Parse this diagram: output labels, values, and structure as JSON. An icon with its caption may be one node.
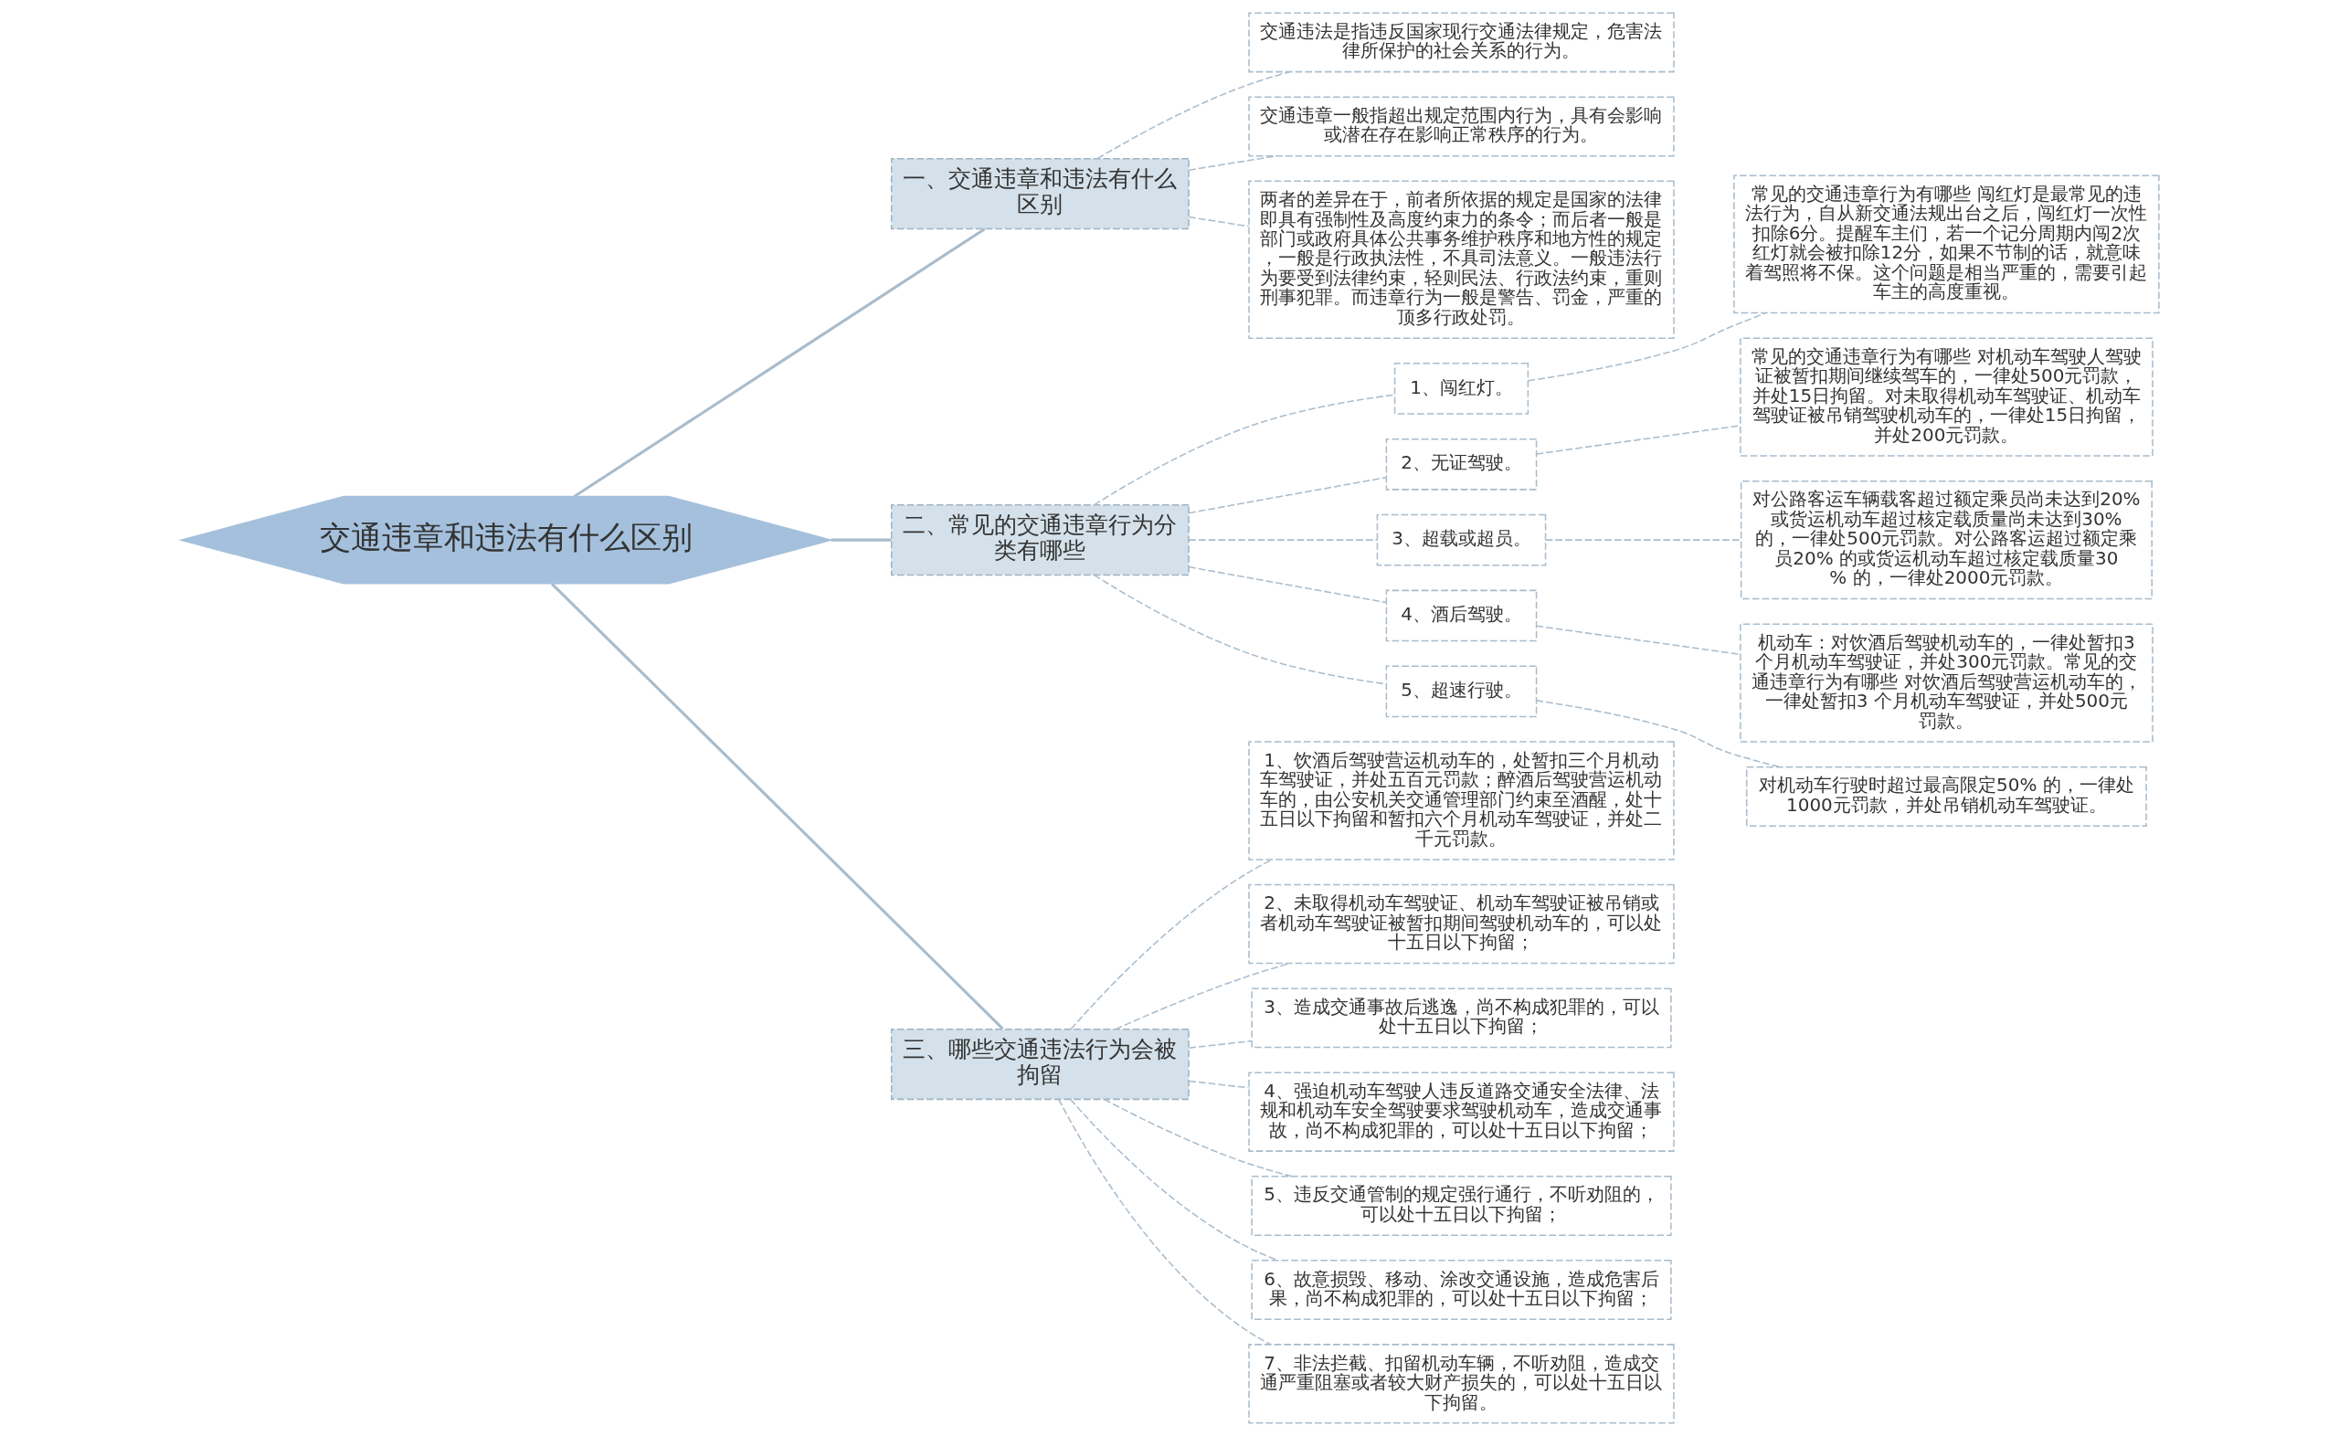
{
  "diagram": {
    "nodes": [
      {
        "text": [
          "交通违章和违法有什么区别"
        ]
      },
      {
        "text": [
          "一、交通违章和违法有什么区别"
        ]
      },
      {
        "text": [
          "交通违法是指违反国家现行交通法律规定，危害法律所保护的社会关系的行为。"
        ]
      },
      {
        "text": [
          "交通违章一般指超出规定范围内行为，具有会影响或潜在存在影响正常秩序的行为。"
        ]
      },
      {
        "text": [
          "两者的差异在于，前者所依据的规定是国家的法律即具有强制性及高度约束力的条令；而后者一般是部门或政府具体公共事务维护秩序和地方性的规定，一般是行政执法性，不具司法意义。一般违法行为要受到法律约束，轻则民法、行政法约束，重则刑事犯罪。而违章行为一般是警告、罚金，严重的顶多行政处罚。"
        ]
      },
      {
        "text": [
          "二、常见的交通违章行为分类有哪些"
        ]
      },
      {
        "text": [
          "1、闯红灯。"
        ]
      },
      {
        "text": [
          "常见的交通违章行为有哪些 闯红灯是最常见的违法行为，自从新交通法规出台之后，闯红灯一次性扣除6分。提醒车主们，若一个记分周期内闯2次红灯就会被扣除12分，如果不节制的话，就意味着驾照将不保。这个问题是相当严重的，需要引起车主的高度重视。"
        ]
      },
      {
        "text": [
          "2、无证驾驶。"
        ]
      },
      {
        "text": [
          "常见的交通违章行为有哪些 对机动车驾驶人驾驶证被暂扣期间继续驾车的，一律处500元罚款，并处15日拘留。对未取得机动车驾驶证、机动车驾驶证被吊销驾驶机动车的，一律处15日拘留，并处200元罚款。"
        ]
      },
      {
        "text": [
          "3、超载或超员。"
        ]
      },
      {
        "text": [
          "对公路客运车辆载客超过额定乘员尚未达到20% 或货运机动车超过核定载质量尚未达到30% 的，一律处500元罚款。对公路客运超过额定乘员20% 的或货运机动车超过核定载质量30 % 的，一律处2000元罚款。"
        ]
      },
      {
        "text": [
          "4、酒后驾驶。"
        ]
      },
      {
        "text": [
          "机动车：对饮酒后驾驶机动车的，一律处暂扣3 个月机动车驾驶证，并处300元罚款。常见的交通违章行为有哪些 对饮酒后驾驶营运机动车的，一律处暂扣3 个月机动车驾驶证，并处500元罚款。"
        ]
      },
      {
        "text": [
          "5、超速行驶。"
        ]
      },
      {
        "text": [
          "对机动车行驶时超过最高限定50% 的，一律处1000元罚款，并处吊销机动车驾驶证。"
        ]
      },
      {
        "text": [
          "三、哪些交通违法行为会被拘留"
        ]
      },
      {
        "text": [
          "1、饮酒后驾驶营运机动车的，处暂扣三个月机动车驾驶证，并处五百元罚款；醉酒后驾驶营运机动车的，由公安机关交通管理部门约束至酒醒，处十五日以下拘留和暂扣六个月机动车驾驶证，并处二千元罚款。"
        ]
      },
      {
        "text": [
          "2、未取得机动车驾驶证、机动车驾驶证被吊销或者机动车驾驶证被暂扣期间驾驶机动车的，可以处十五日以下拘留；"
        ]
      },
      {
        "text": [
          "3、造成交通事故后逃逸，尚不构成犯罪的，可以处十五日以下拘留；"
        ]
      },
      {
        "text": [
          "4、强迫机动车驾驶人违反道路交通安全法律、法规和机动车安全驾驶要求驾驶机动车，造成交通事故，尚不构成犯罪的，可以处十五日以下拘留；"
        ]
      },
      {
        "text": [
          "5、违反交通管制的规定强行通行，不听劝阻的，可以处十五日以下拘留；"
        ]
      },
      {
        "text": [
          "6、故意损毁、移动、涂改交通设施，造成危害后果，尚不构成犯罪的，可以处十五日以下拘留；"
        ]
      },
      {
        "text": [
          "7、非法拦截、扣留机动车辆，不听劝阻，造成交通严重阻塞或者较大财产损失的，可以处十五日以下拘留。"
        ]
      }
    ],
    "edges": [
      {
        "from": 0,
        "to": 1,
        "arrow": "none"
      },
      {
        "from": 1,
        "to": 2,
        "arrow": "none",
        "style": "dashed"
      },
      {
        "from": 1,
        "to": 3,
        "arrow": "none",
        "style": "dashed"
      },
      {
        "from": 1,
        "to": 4,
        "arrow": "none",
        "style": "dashed"
      },
      {
        "from": 0,
        "to": 5,
        "arrow": "none"
      },
      {
        "from": 5,
        "to": 6,
        "arrow": "none",
        "style": "dashed"
      },
      {
        "from": 6,
        "to": 7,
        "arrow": "none",
        "style": "dashed"
      },
      {
        "from": 5,
        "to": 8,
        "arrow": "none",
        "style": "dashed"
      },
      {
        "from": 8,
        "to": 9,
        "arrow": "none",
        "style": "dashed"
      },
      {
        "from": 5,
        "to": 10,
        "arrow": "none",
        "style": "dashed"
      },
      {
        "from": 10,
        "to": 11,
        "arrow": "none",
        "style": "dashed"
      },
      {
        "from": 5,
        "to": 12,
        "arrow": "none",
        "style": "dashed"
      },
      {
        "from": 12,
        "to": 13,
        "arrow": "none",
        "style": "dashed"
      },
      {
        "from": 5,
        "to": 14,
        "arrow": "none",
        "style": "dashed"
      },
      {
        "from": 14,
        "to": 15,
        "arrow": "none",
        "style": "dashed"
      },
      {
        "from": 0,
        "to": 16,
        "arrow": "none"
      },
      {
        "from": 16,
        "to": 17,
        "arrow": "none",
        "style": "dashed"
      },
      {
        "from": 16,
        "to": 18,
        "arrow": "none",
        "style": "dashed"
      },
      {
        "from": 16,
        "to": 19,
        "arrow": "none",
        "style": "dashed"
      },
      {
        "from": 16,
        "to": 20,
        "arrow": "none",
        "style": "dashed"
      },
      {
        "from": 16,
        "to": 21,
        "arrow": "none",
        "style": "dashed"
      },
      {
        "from": 16,
        "to": 22,
        "arrow": "none",
        "style": "dashed"
      },
      {
        "from": 16,
        "to": 23,
        "arrow": "none",
        "style": "dashed"
      }
    ]
  }
}
